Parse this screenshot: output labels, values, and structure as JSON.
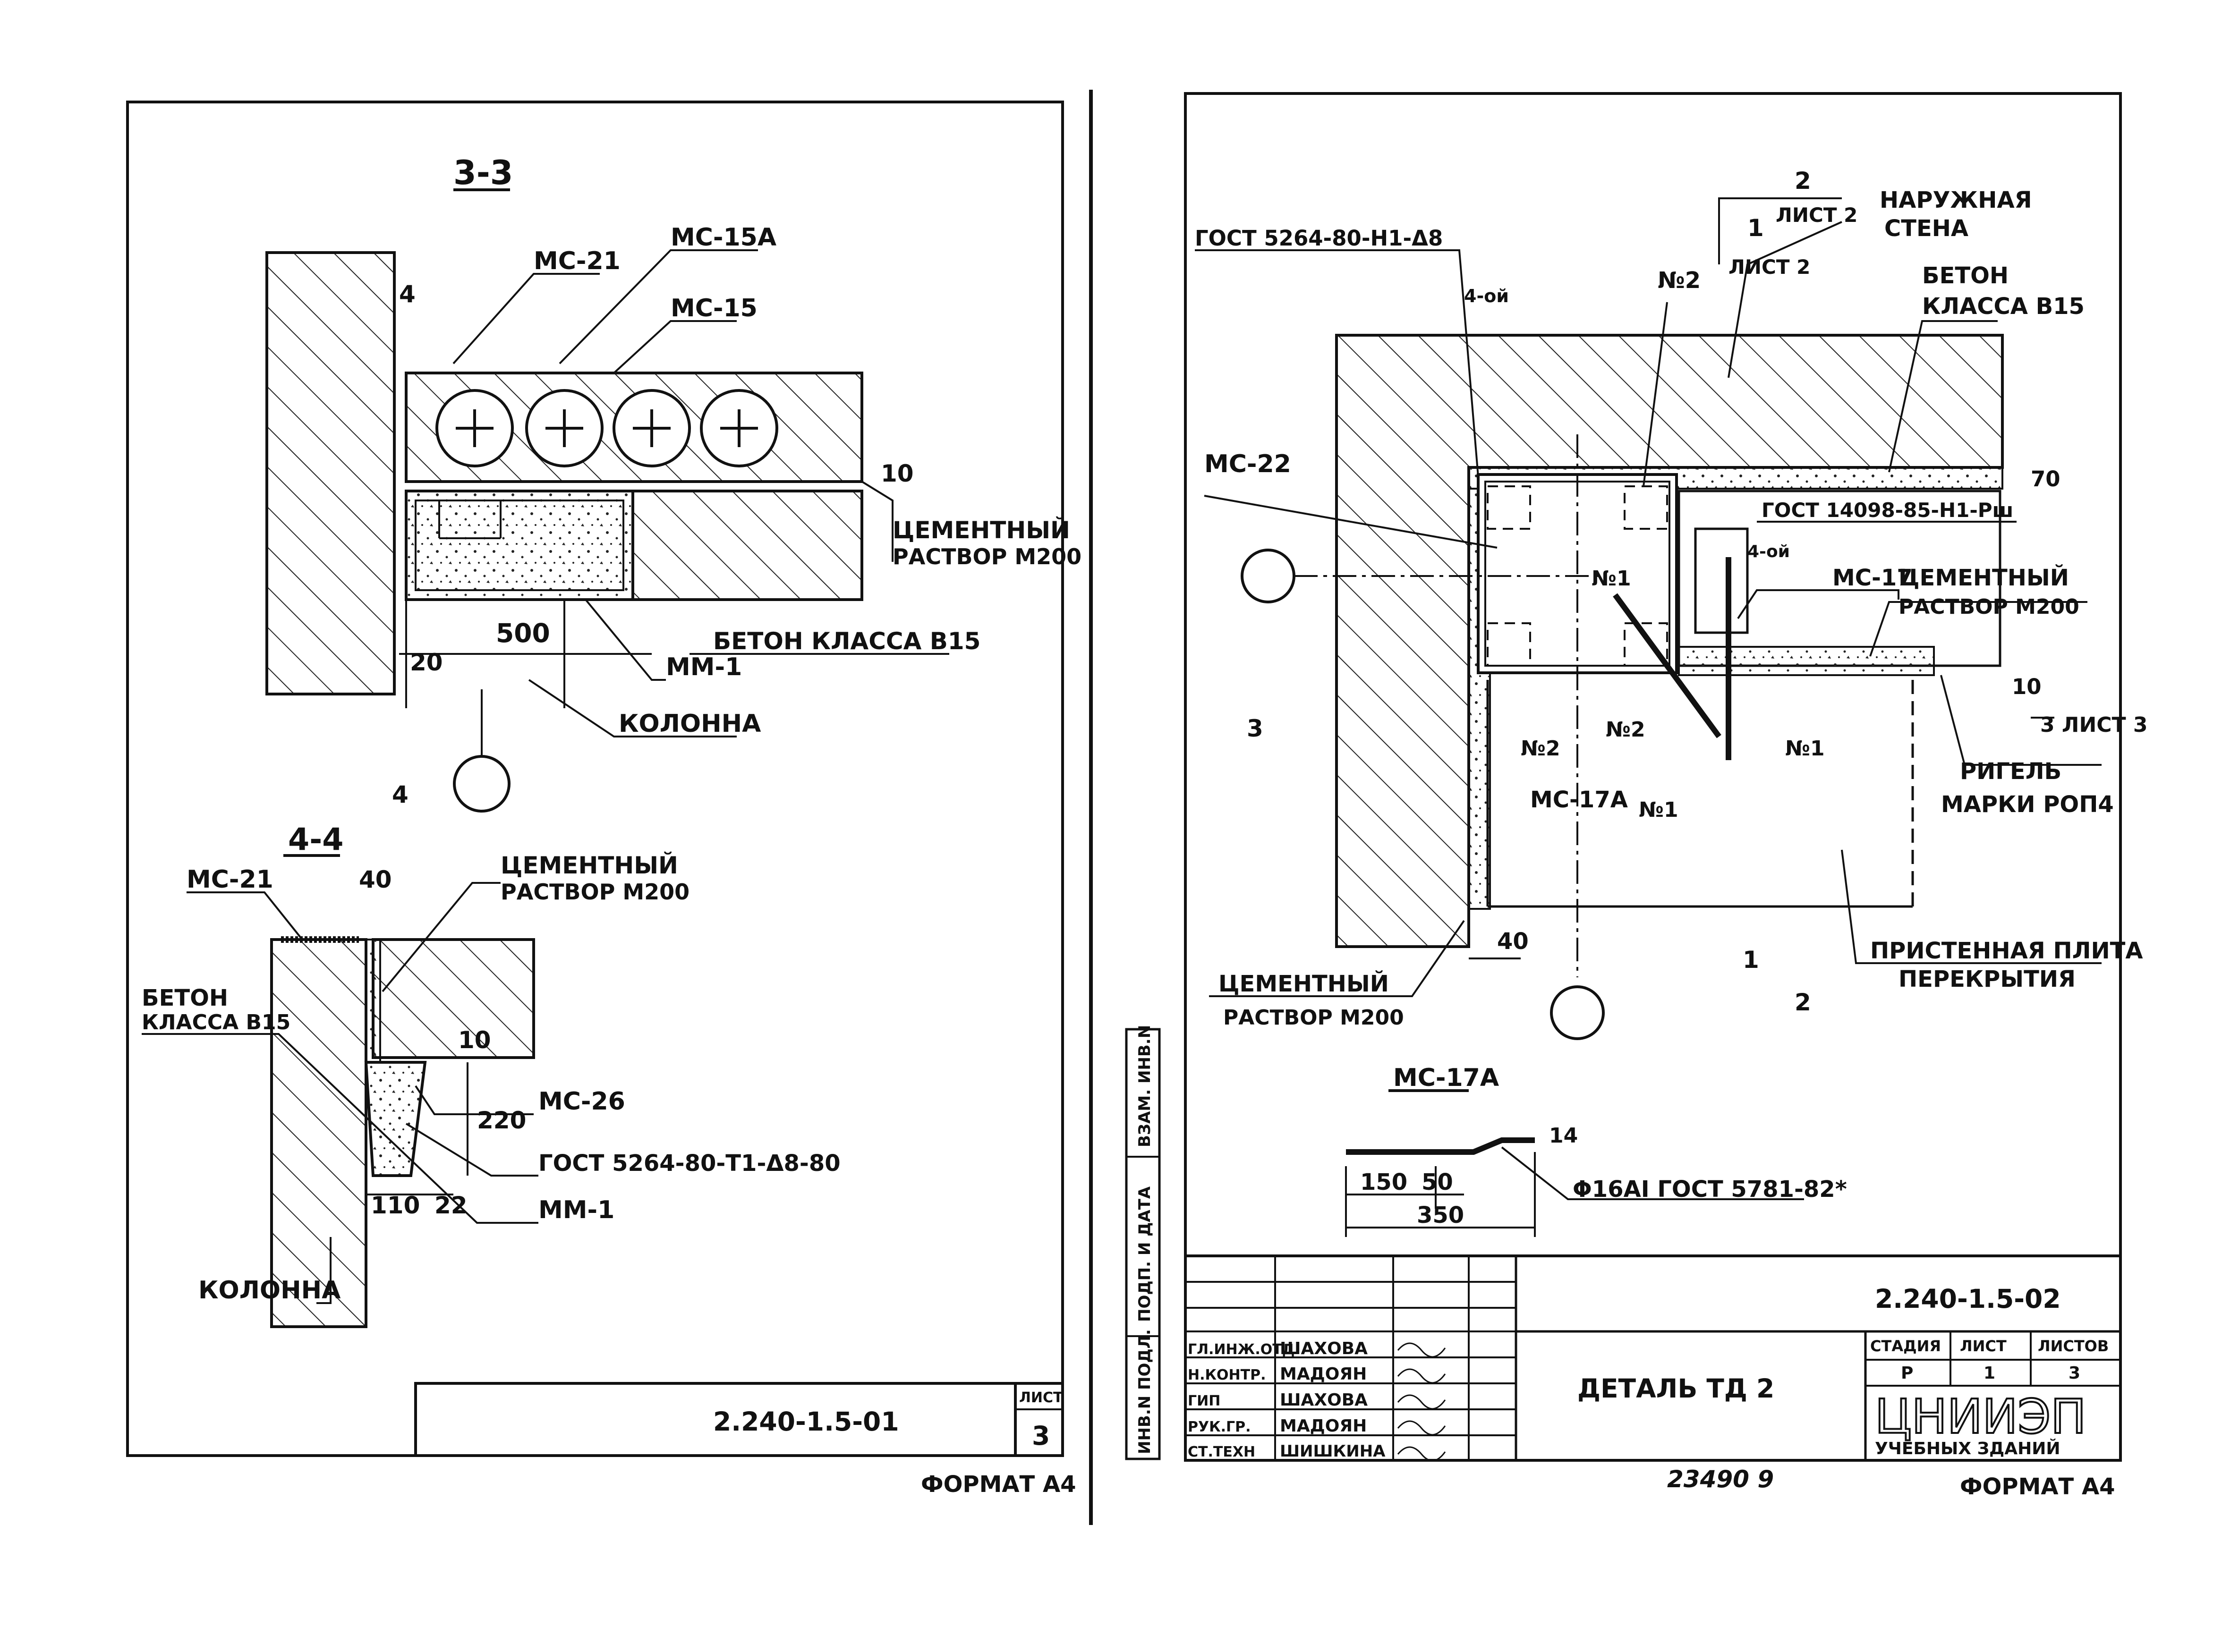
{
  "left_sheet": {
    "section_3_3": {
      "title": "3-3",
      "labels": {
        "mc21": "МС-21",
        "mc15a": "МС-15А",
        "mc15": "МС-15",
        "mortar_line1": "ЦЕМЕНТНЫЙ",
        "mortar_line2": "РАСТВОР М200",
        "concrete": "БЕТОН КЛАССА В15",
        "mm1": "ММ-1",
        "column": "КОЛОННА"
      },
      "dims": {
        "d4": "4",
        "d10": "10",
        "d500": "500",
        "d20": "20",
        "d4b": "4"
      }
    },
    "section_4_4": {
      "title": "4-4",
      "labels": {
        "mc21": "МС-21",
        "mortar_line1": "ЦЕМЕНТНЫЙ",
        "mortar_line2": "РАСТВОР М200",
        "concrete_line1": "БЕТОН",
        "concrete_line2": "КЛАССА В15",
        "mc26": "МС-26",
        "gost": "ГОСТ 5264-80-Т1-Δ8-80",
        "mm1": "ММ-1",
        "column": "КОЛОННА"
      },
      "dims": {
        "d40": "40",
        "d10": "10",
        "d220": "220",
        "d110": "110",
        "d22": "22"
      }
    },
    "stamp": {
      "code": "2.240-1.5-01",
      "sheet_label": "ЛИСТ",
      "sheet_no": "3"
    },
    "format": "ФОРМАТ А4"
  },
  "right_sheet": {
    "detail": {
      "gost_top": "ГОСТ 5264-80-Н1-Δ8",
      "weld_mark_top": "4-ой",
      "cut2_num": "2",
      "cut2_sheet": "ЛИСТ 2",
      "cut1_num": "1",
      "cut1_sheet": "ЛИСТ 2",
      "outer_wall_line1": "НАРУЖНАЯ",
      "outer_wall_line2": "СТЕНА",
      "concrete_line1": "БЕТОН",
      "concrete_line2": "КЛАССА В15",
      "n2_top": "№2",
      "mc22": "МС-22",
      "n1_center": "№1",
      "gost_right": "ГОСТ 14098-85-Н1-Рш",
      "weld_mark_right": "4-ой",
      "mc17": "МС-17",
      "mortar_r_line1": "ЦЕМЕНТНЫЙ",
      "mortar_r_line2": "РАСТВОР М200",
      "dim70": "70",
      "dim10": "10",
      "cut3_left": "3",
      "cut3_right": "3 ЛИСТ 3",
      "n2_bl": "№2",
      "n2_bm": "№2",
      "n1_right": "№1",
      "mc17a": "МС-17А",
      "n1_bottom": "№1",
      "beam_line1": "РИГЕЛЬ",
      "beam_line2": "МАРКИ РОП4",
      "slab_line1": "ПРИСТЕННАЯ ПЛИТА",
      "slab_line2": "ПЕРЕКРЫТИЯ",
      "dim40": "40",
      "cut1_bottom": "1",
      "cut2_bottom": "2",
      "mortar_bl_line1": "ЦЕМЕНТНЫЙ",
      "mortar_bl_line2": "РАСТВОР М200"
    },
    "part_mc17a": {
      "title": "МС-17А",
      "dim150": "150",
      "dim50": "50",
      "dim350": "350",
      "dim14": "14",
      "rebar": "Φ16АI ГОСТ 5781-82*"
    },
    "side_stamp": {
      "col1": "ВЗАМ. ИНВ.N",
      "col2": "ПОДП. И ДАТА",
      "col3": "ИНВ.N ПОДЛ."
    },
    "title_block": {
      "code": "2.240-1.5-02",
      "title": "ДЕТАЛЬ ТД 2",
      "roles": [
        "ГЛ.ИНЖ.ОТД.",
        "Н.КОНТР.",
        "ГИП",
        "РУК.ГР.",
        "СТ.ТЕХН"
      ],
      "names": [
        "ШАХОВА",
        "МАДОЯН",
        "ШАХОВА",
        "МАДОЯН",
        "ШИШКИНА"
      ],
      "stage_label": "СТАДИЯ",
      "sheet_label": "ЛИСТ",
      "sheets_label": "ЛИСТОВ",
      "stage": "Р",
      "sheet": "1",
      "sheets": "3",
      "org": "ЦНИИЭП",
      "org_sub": "УЧЕБНЫХ ЗДАНИЙ"
    },
    "bottom_number": "23490   9",
    "format": "ФОРМАТ А4"
  }
}
